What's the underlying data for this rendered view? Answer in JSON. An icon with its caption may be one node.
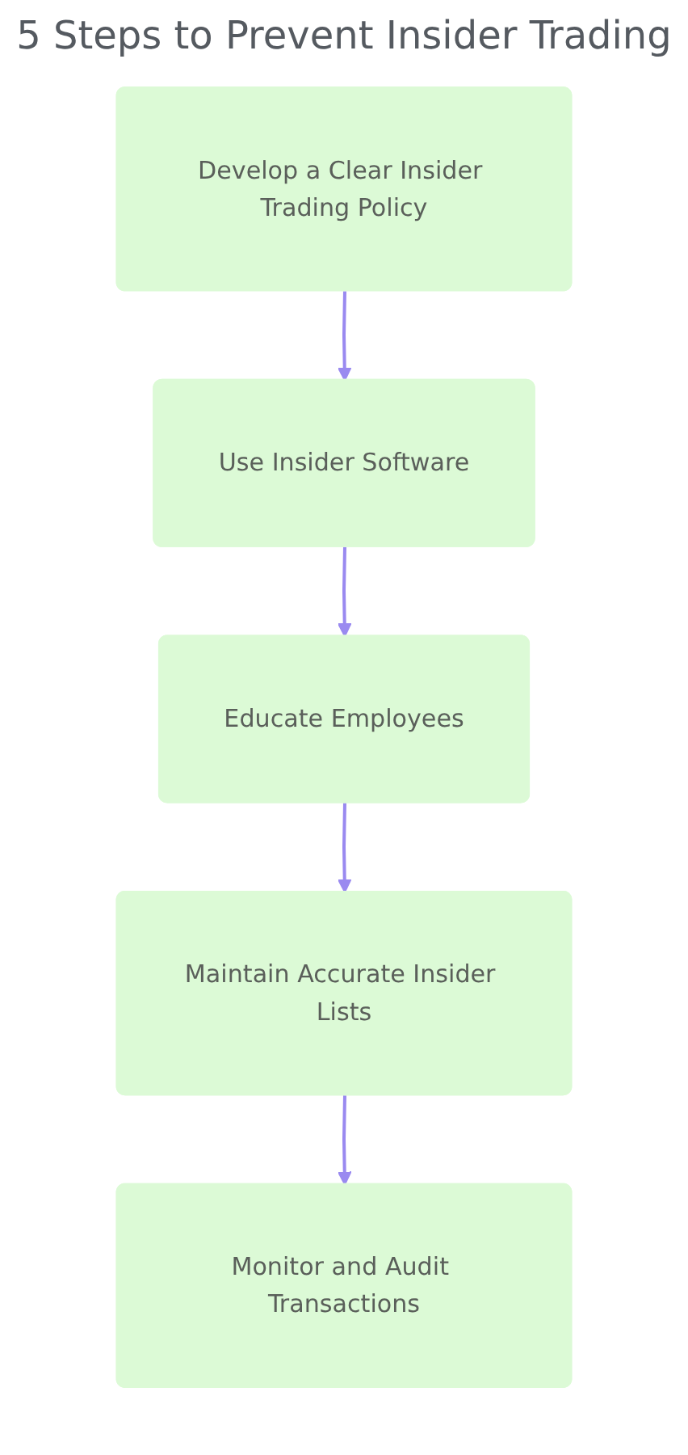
{
  "diagram": {
    "title": "5 Steps to Prevent Insider Trading",
    "nodes": [
      {
        "text": [
          "Develop a Clear Insider Trading Policy"
        ]
      },
      {
        "text": [
          "Use Insider Software"
        ]
      },
      {
        "text": [
          "Educate Employees"
        ]
      },
      {
        "text": [
          "Maintain Accurate Insider Lists"
        ]
      },
      {
        "text": [
          "Monitor and Audit Transactions"
        ]
      }
    ],
    "edges": [
      {
        "from": 0,
        "to": 1,
        "arrow": "to"
      },
      {
        "from": 1,
        "to": 2,
        "arrow": "to"
      },
      {
        "from": 2,
        "to": 3,
        "arrow": "to"
      },
      {
        "from": 3,
        "to": 4,
        "arrow": "to"
      }
    ]
  }
}
